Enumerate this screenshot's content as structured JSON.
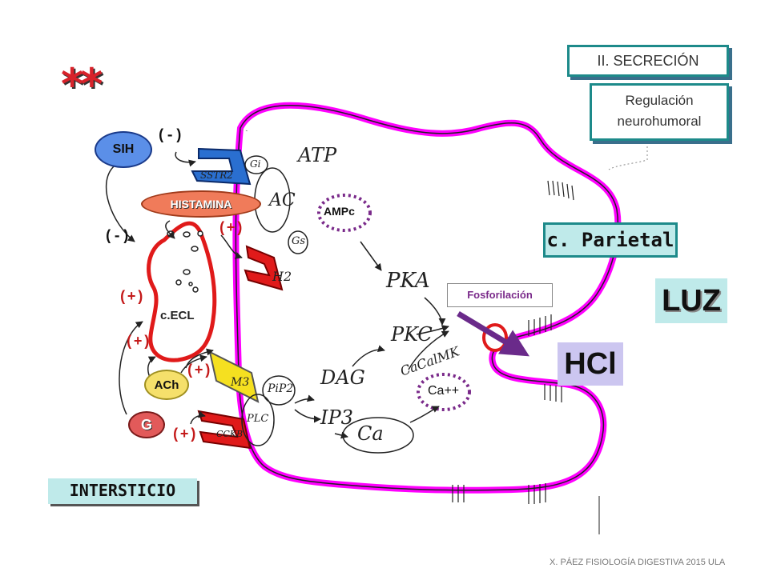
{
  "header": {
    "stars": "**",
    "section_title": "II. SECRECIÓN",
    "subtitle": "Regulación neurohumoral"
  },
  "cell": {
    "name": "c. Parietal",
    "lumen_label": "LUZ",
    "lumen_product": "HCl",
    "interstitium_label": "INTERSTICIO"
  },
  "agents": {
    "sih": "SIH",
    "histamina": "HISTAMINA",
    "ach": "ACh",
    "gastrin": "G",
    "ecl": "c.ECL"
  },
  "receptors": {
    "sstr2": "SSTR2",
    "gi": "Gi",
    "ac": "AC",
    "gs": "Gs",
    "h2": "H2",
    "m3": "M3",
    "cckb": "CCKB",
    "plc": "PLC",
    "pip2": "PiP2"
  },
  "messengers": {
    "atp": "ATP",
    "ampc": "AMPc",
    "pka": "PKA",
    "pkc": "PKC",
    "dag": "DAG",
    "ip3": "IP3",
    "ca_internal": "Ca++",
    "ca_cytosol": "Ca",
    "cacalmk": "CaCalMK",
    "fosforilacion": "Fosforilación"
  },
  "signs": {
    "sih_minus": "(-)",
    "hist_minus": "(-)",
    "h2_plus": "(+)",
    "ecl_plus_1": "(+)",
    "ecl_plus_2": "(+)",
    "m3_plus": "(+)",
    "cckb_plus": "(+)"
  },
  "footer": {
    "credit": "X. PÁEZ  FISIOLOGÍA DIGESTIVA 2015 ULA"
  },
  "colors": {
    "membrane": "#ff00ff",
    "teal_border": "#1d8a8a",
    "parietal_bg": "#bfeaea",
    "luz_bg": "#bfeaea",
    "hcl_bg": "#ccc6f0",
    "sih": "#5b8fe8",
    "histamina": "#f07b5a",
    "ach": "#f5e06b",
    "gastrin": "#e25a5a",
    "receptor_blue": "#2a6fd0",
    "receptor_red": "#e01a1a",
    "receptor_yellow": "#f5e020",
    "dashed_purple": "#7a2a8a",
    "hcl_arrow": "#6a2a8a",
    "stars": "#d8222a"
  }
}
